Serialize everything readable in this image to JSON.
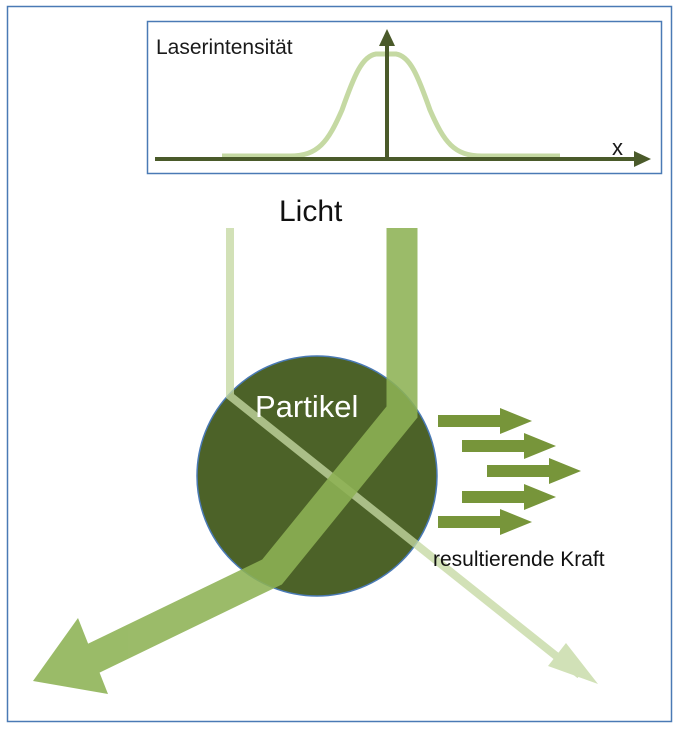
{
  "inset": {
    "title": "Laserintensität",
    "x_axis_label": "x"
  },
  "labels": {
    "light": "Licht",
    "particle": "Partikel",
    "resulting_force": "resultierende Kraft"
  },
  "colors": {
    "frame_border": "#4a7ab5",
    "axis_dark_green": "#4a5a2a",
    "gaussian_curve": "#c5d9a3",
    "strong_beam": "#8db254",
    "weak_beam": "#c5d9a3",
    "particle_fill": "#4c6228",
    "force_arrows": "#77953a"
  }
}
